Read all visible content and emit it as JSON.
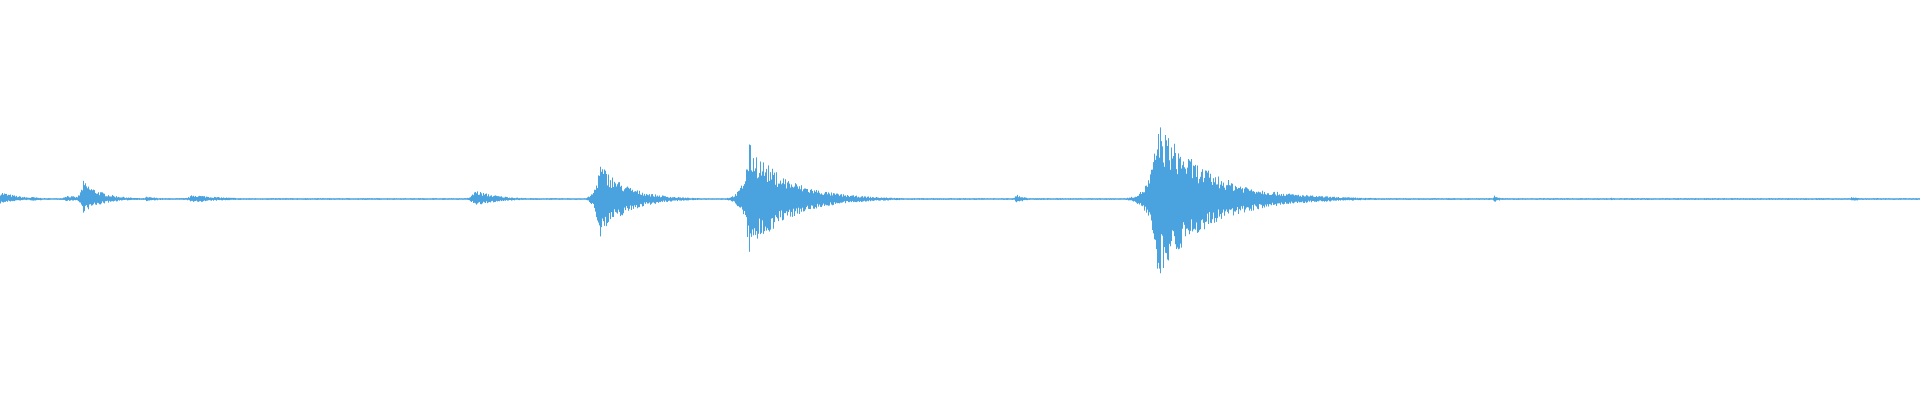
{
  "waveform": {
    "color": "#4aa3df",
    "background": "#ffffff",
    "baseline_amplitude": 0.012,
    "peaks": [
      {
        "position": 0.0,
        "up": 0.1,
        "down": 0.06,
        "decay": 0.01
      },
      {
        "position": 0.016,
        "up": 0.03,
        "down": 0.03,
        "decay": 0.008
      },
      {
        "position": 0.034,
        "up": 0.05,
        "down": 0.03,
        "decay": 0.01
      },
      {
        "position": 0.043,
        "up": 0.24,
        "down": 0.18,
        "decay": 0.01
      },
      {
        "position": 0.076,
        "up": 0.03,
        "down": 0.03,
        "decay": 0.01
      },
      {
        "position": 0.1,
        "up": 0.06,
        "down": 0.05,
        "decay": 0.016
      },
      {
        "position": 0.247,
        "up": 0.12,
        "down": 0.1,
        "decay": 0.012
      },
      {
        "position": 0.312,
        "up": 0.48,
        "down": 0.5,
        "decay": 0.014
      },
      {
        "position": 0.39,
        "up": 0.72,
        "down": 0.72,
        "decay": 0.02
      },
      {
        "position": 0.529,
        "up": 0.07,
        "down": 0.07,
        "decay": 0.004
      },
      {
        "position": 0.603,
        "up": 1.0,
        "down": 1.0,
        "decay": 0.026
      },
      {
        "position": 0.778,
        "up": 0.05,
        "down": 0.05,
        "decay": 0.003
      },
      {
        "position": 0.839,
        "up": 0.02,
        "down": 0.02,
        "decay": 0.004
      },
      {
        "position": 0.964,
        "up": 0.03,
        "down": 0.03,
        "decay": 0.006
      }
    ]
  }
}
